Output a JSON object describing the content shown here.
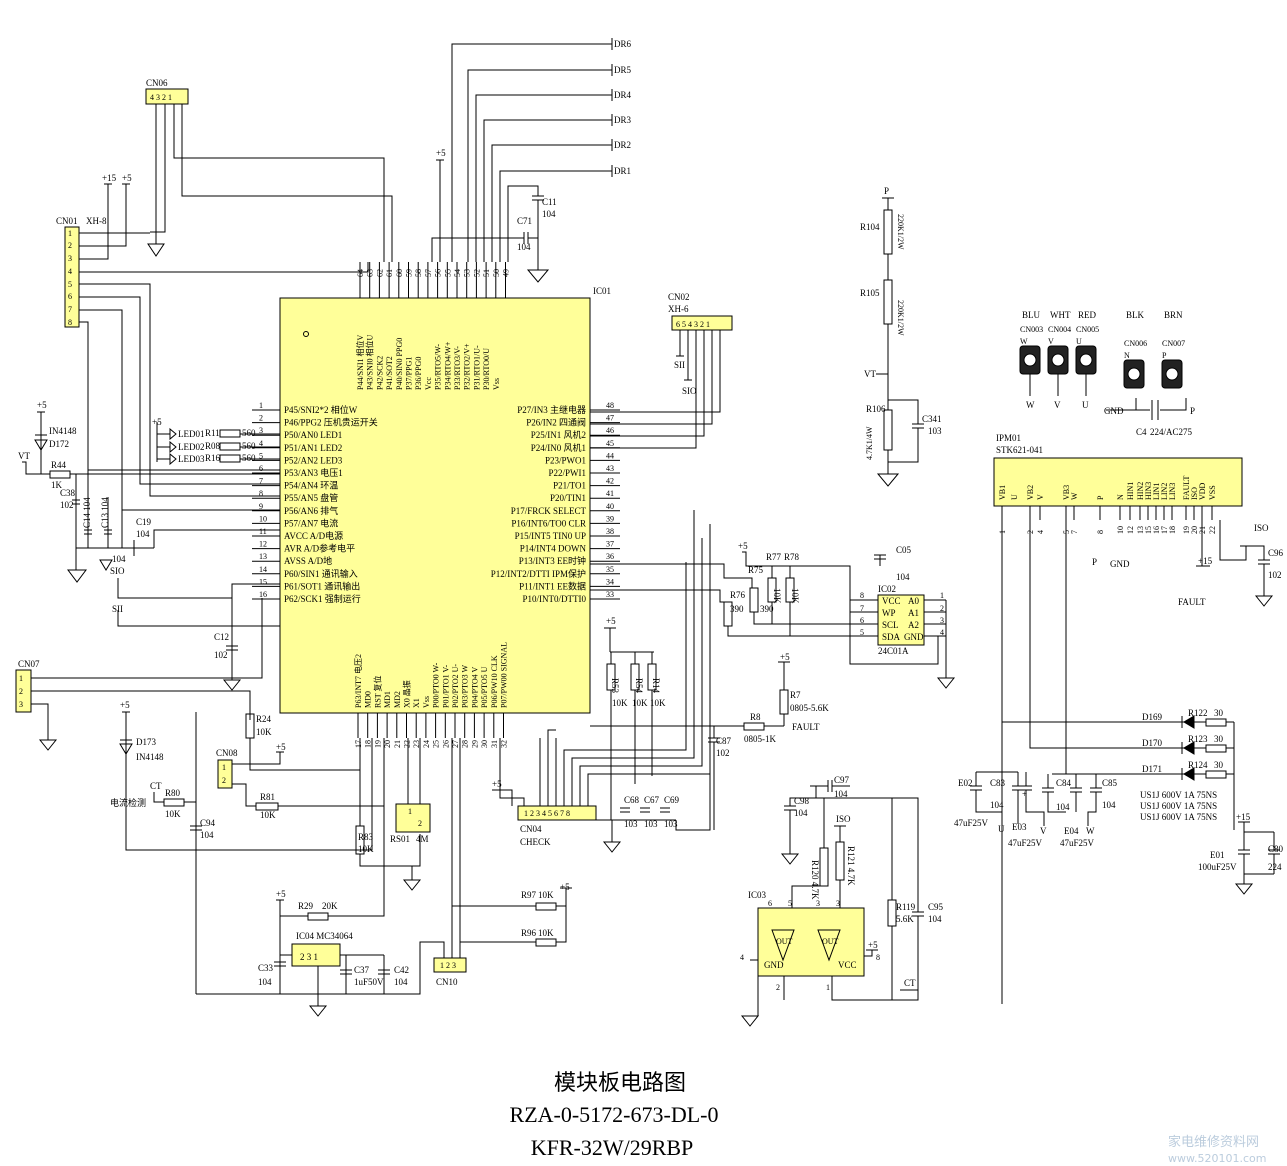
{
  "title": {
    "line1": "模块板电路图",
    "line2": "RZA-0-5172-673-DL-0",
    "line3": "KFR-32W/29RBP"
  },
  "watermark": {
    "cn": "家电维修资料网",
    "url": "www.520101.com"
  },
  "ic01": {
    "ref": "IC01",
    "left_pins": [
      {
        "n": "1",
        "name": "P45/SNI2*2 相位W"
      },
      {
        "n": "2",
        "name": "P46/PPG2 压机贵运开关"
      },
      {
        "n": "3",
        "name": "P50/AN0 LED1"
      },
      {
        "n": "4",
        "name": "P51/AN1 LED2"
      },
      {
        "n": "5",
        "name": "P52/AN2 LED3"
      },
      {
        "n": "6",
        "name": "P53/AN3 电压1"
      },
      {
        "n": "7",
        "name": "P54/AN4 环温"
      },
      {
        "n": "8",
        "name": "P55/AN5 盘管"
      },
      {
        "n": "9",
        "name": "P56/AN6 排气"
      },
      {
        "n": "10",
        "name": "P57/AN7 电流"
      },
      {
        "n": "11",
        "name": "AVCC A/D电源"
      },
      {
        "n": "12",
        "name": "AVR A/D参考电平"
      },
      {
        "n": "13",
        "name": "AVSS A/D地"
      },
      {
        "n": "14",
        "name": "P60/SIN1 通讯输入"
      },
      {
        "n": "15",
        "name": "P61/SOT1 通讯输出"
      },
      {
        "n": "16",
        "name": "P62/SCK1 强制运行"
      }
    ],
    "right_pins": [
      {
        "n": "48",
        "name": "P27/IN3 主继电器"
      },
      {
        "n": "47",
        "name": "P26/IN2 四通阀"
      },
      {
        "n": "46",
        "name": "P25/IN1 风机2"
      },
      {
        "n": "45",
        "name": "P24/IN0 风机1"
      },
      {
        "n": "44",
        "name": "P23/PWO1"
      },
      {
        "n": "43",
        "name": "P22/PWI1"
      },
      {
        "n": "42",
        "name": "P21/TO1"
      },
      {
        "n": "41",
        "name": "P20/TIN1"
      },
      {
        "n": "40",
        "name": "P17/FRCK SELECT"
      },
      {
        "n": "39",
        "name": "P16/INT6/TO0 CLR"
      },
      {
        "n": "38",
        "name": "P15/INT5 TIN0 UP"
      },
      {
        "n": "37",
        "name": "P14/INT4 DOWN"
      },
      {
        "n": "36",
        "name": "P13/INT3 EE时钟"
      },
      {
        "n": "35",
        "name": "P12/INT2/DTTI IPM保护"
      },
      {
        "n": "34",
        "name": "P11/INT1 EE数据"
      },
      {
        "n": "33",
        "name": "P10/INT0/DTTI0"
      }
    ],
    "top_pins": [
      "64",
      "63",
      "62",
      "61",
      "60",
      "59",
      "58",
      "57",
      "56",
      "55",
      "54",
      "53",
      "52",
      "51",
      "50",
      "49"
    ],
    "top_names": [
      "P44/SNI1 相位V",
      "P43/SNI0 相位U",
      "P42/SCK2",
      "P41/SOT2",
      "P40/SIN0 PPG0",
      "P37/PPG1",
      "P36/PPG0",
      "Vcc",
      "P35/RTO5/W-",
      "P34/RTO4/W+",
      "P33/RTO3/V-",
      "P32/RTO2/V+",
      "P31/RTO1/U-",
      "P30/RTO0/U",
      "Vss",
      ""
    ],
    "bottom_pins": [
      "17",
      "18",
      "19",
      "20",
      "21",
      "22",
      "23",
      "24",
      "25",
      "26",
      "27",
      "28",
      "29",
      "30",
      "31",
      "32"
    ],
    "bottom_names": [
      "P63/INT7 电压2",
      "MD0",
      "RST 复位",
      "MD1",
      "MD2",
      "X0 晶振",
      "X1",
      "Vss",
      "P00/PTO0 W-",
      "P01/PTO1 V-",
      "P02/PTO2 U-",
      "P03/PTO3 W",
      "P04/PTO4 V",
      "P05/PTO5 U",
      "P06/PW10 CLK",
      "P07/PW00 SIGNAL"
    ]
  },
  "labels": {
    "dr": [
      "DR6",
      "DR5",
      "DR4",
      "DR3",
      "DR2",
      "DR1"
    ],
    "cn06": "CN06",
    "cn01": "CN01",
    "xh8": "XH-8",
    "cn02": "CN02",
    "xh6": "XH-6",
    "cn07": "CN07",
    "cn08": "CN08",
    "cn04": "CN04",
    "check": "CHECK",
    "cn10": "CN10",
    "ic02": "IC02",
    "ic02_type": "24C01A",
    "ic03": "IC03",
    "ic04": "IC04 MC34064",
    "ipm": "IPM01",
    "ipm_type": "STK621-041",
    "rs01": "RS01",
    "rs01_val": "4M"
  },
  "components": [
    {
      "ref": "R11",
      "val": "560"
    },
    {
      "ref": "R08",
      "val": "560"
    },
    {
      "ref": "R16",
      "val": "560"
    },
    {
      "ref": "R44",
      "val": "1K"
    },
    {
      "ref": "C38",
      "val": "102"
    },
    {
      "ref": "C14",
      "val": "104"
    },
    {
      "ref": "C13",
      "val": "104"
    },
    {
      "ref": "C19",
      "val": "104"
    },
    {
      "ref": "C11",
      "val": "104"
    },
    {
      "ref": "C71",
      "val": "104"
    },
    {
      "ref": "C12",
      "val": "102"
    },
    {
      "ref": "R24",
      "val": "10K"
    },
    {
      "ref": "R80",
      "val": "10K"
    },
    {
      "ref": "C94",
      "val": "104"
    },
    {
      "ref": "R81",
      "val": "10K"
    },
    {
      "ref": "R83",
      "val": "10K"
    },
    {
      "ref": "R29",
      "val": "20K"
    },
    {
      "ref": "C33",
      "val": "104"
    },
    {
      "ref": "C37",
      "val": "1uF50V"
    },
    {
      "ref": "C42",
      "val": "104"
    },
    {
      "ref": "R97",
      "val": "10K"
    },
    {
      "ref": "R96",
      "val": "10K"
    },
    {
      "ref": "R53",
      "val": "10K"
    },
    {
      "ref": "R54",
      "val": "10K"
    },
    {
      "ref": "R14",
      "val": "10K"
    },
    {
      "ref": "C68",
      "val": "103"
    },
    {
      "ref": "C67",
      "val": "103"
    },
    {
      "ref": "C69",
      "val": "103"
    },
    {
      "ref": "C87",
      "val": "102"
    },
    {
      "ref": "R8",
      "val": "0805-1K"
    },
    {
      "ref": "R7",
      "val": "0805-5.6K"
    },
    {
      "ref": "R75",
      "val": "390"
    },
    {
      "ref": "R76",
      "val": "390"
    },
    {
      "ref": "R77",
      "val": "10K"
    },
    {
      "ref": "R78",
      "val": "10K"
    },
    {
      "ref": "C05",
      "val": "104"
    },
    {
      "ref": "R104",
      "val": "220K1/2W"
    },
    {
      "ref": "R105",
      "val": "220K1/2W"
    },
    {
      "ref": "R106",
      "val": "4.7K1/4W"
    },
    {
      "ref": "C341",
      "val": "103"
    },
    {
      "ref": "C98",
      "val": "104"
    },
    {
      "ref": "C97",
      "val": "104"
    },
    {
      "ref": "R120",
      "val": "4.7K"
    },
    {
      "ref": "R121",
      "val": "4.7K"
    },
    {
      "ref": "R119",
      "val": "5.6K"
    },
    {
      "ref": "C95",
      "val": "104"
    },
    {
      "ref": "R122",
      "val": "30"
    },
    {
      "ref": "R123",
      "val": "30"
    },
    {
      "ref": "R124",
      "val": "30"
    },
    {
      "ref": "E02",
      "val": "47uF25V"
    },
    {
      "ref": "E03",
      "val": "47uF25V"
    },
    {
      "ref": "E04",
      "val": "47uF25V"
    },
    {
      "ref": "C83",
      "val": "104"
    },
    {
      "ref": "C84",
      "val": "104"
    },
    {
      "ref": "C85",
      "val": "104"
    },
    {
      "ref": "E01",
      "val": "100uF25V"
    },
    {
      "ref": "C80",
      "val": "224"
    },
    {
      "ref": "C96",
      "val": "102"
    },
    {
      "ref": "C4",
      "val": "224/AC275"
    }
  ],
  "ipm": {
    "pins": [
      "1",
      "2",
      "4",
      "5",
      "7",
      "8",
      "10",
      "12",
      "13",
      "15",
      "16",
      "17",
      "18",
      "19",
      "20",
      "21",
      "22"
    ],
    "names": [
      "VB1",
      "U",
      "VB2",
      "V",
      "VB3",
      "W",
      "P",
      "N",
      "HIN1",
      "HIN2",
      "HIN3",
      "LIN1",
      "LIN2",
      "LIN3",
      "FAULT",
      "ISO",
      "VDD",
      "VSS"
    ]
  },
  "terminals": [
    {
      "ref": "CN003",
      "color": "BLU",
      "sig": "W"
    },
    {
      "ref": "CN004",
      "color": "WHT",
      "sig": "V"
    },
    {
      "ref": "CN005",
      "color": "RED",
      "sig": "U"
    },
    {
      "ref": "CN006",
      "color": "BLK",
      "sig": "N"
    },
    {
      "ref": "CN007",
      "color": "BRN",
      "sig": "P"
    }
  ],
  "diodes": {
    "d172": "D172",
    "in4148": "IN4148",
    "d173": "D173",
    "in4148b": "IN4148",
    "d169": "D169",
    "d170": "D170",
    "d171": "D171",
    "us1j": "US1J 600V 1A 75NS"
  },
  "misc": {
    "vt": "VT",
    "ct": "CT",
    "sio": "SIO",
    "sii": "SII",
    "iso": "ISO",
    "fault": "FAULT",
    "gnd": "GND",
    "p": "P",
    "plus5": "+5",
    "plus15": "+15",
    "current_det": "电流检测",
    "led1": "LED01",
    "led2": "LED02",
    "led3": "LED03"
  }
}
